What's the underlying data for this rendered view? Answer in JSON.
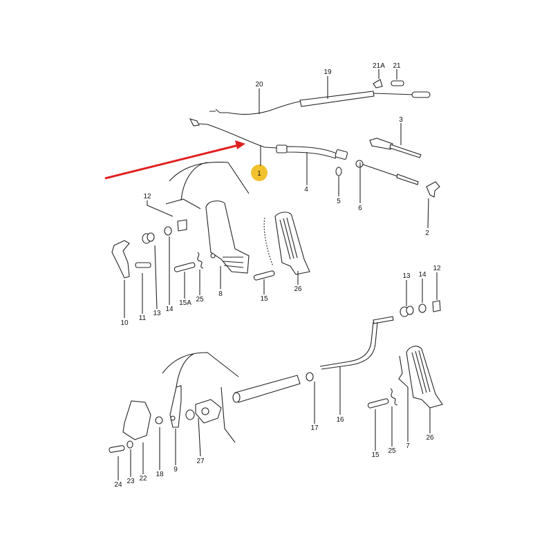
{
  "diagram": {
    "highlight_color": "#f2c12e",
    "arrow_color": "#e02020",
    "highlighted_label": "1",
    "labels": {
      "l20": "20",
      "l19": "19",
      "l21a": "21A",
      "l21": "21",
      "l3": "3",
      "l1": "1",
      "l4": "4",
      "l5": "5",
      "l6": "6",
      "l2": "2",
      "l12a": "12",
      "l10": "10",
      "l11": "11",
      "l13a": "13",
      "l14a": "14",
      "l15a": "15A",
      "l25a": "25",
      "l8": "8",
      "l15b": "15",
      "l26a": "26",
      "l13b": "13",
      "l14b": "14",
      "l12b": "12",
      "l17": "17",
      "l16": "16",
      "l15c": "15",
      "l25b": "25",
      "l7": "7",
      "l26b": "26",
      "l27": "27",
      "l9": "9",
      "l18": "18",
      "l22": "22",
      "l23": "23",
      "l24": "24"
    }
  }
}
